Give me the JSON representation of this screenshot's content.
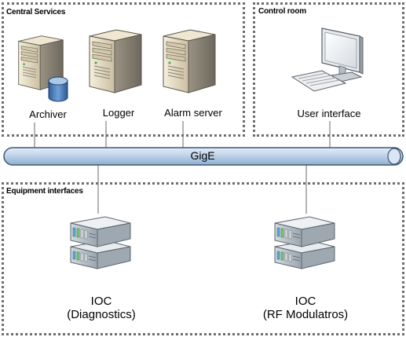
{
  "groups": {
    "central_services": "Central Services",
    "control_room": "Control room",
    "equipment_interfaces": "Equipment interfaces"
  },
  "nodes": {
    "archiver": "Archiver",
    "logger": "Logger",
    "alarm_server": "Alarm server",
    "user_interface": "User interface"
  },
  "network": {
    "label": "GigE"
  },
  "iocs": {
    "diagnostics": {
      "line1": "IOC",
      "line2": "(Diagnostics)"
    },
    "rf": {
      "line1": "IOC",
      "line2": "(RF Modulatros)"
    }
  },
  "colors": {
    "border": "#6e6e6e",
    "bus_fill": "#c5d7ec",
    "bus_stroke": "#40586f",
    "server_face": "#d9cfb6",
    "rack_body": "#b2bcc4"
  },
  "icons": [
    "tower-server-icon",
    "database-icon",
    "workstation-icon",
    "rack-server-icon"
  ]
}
